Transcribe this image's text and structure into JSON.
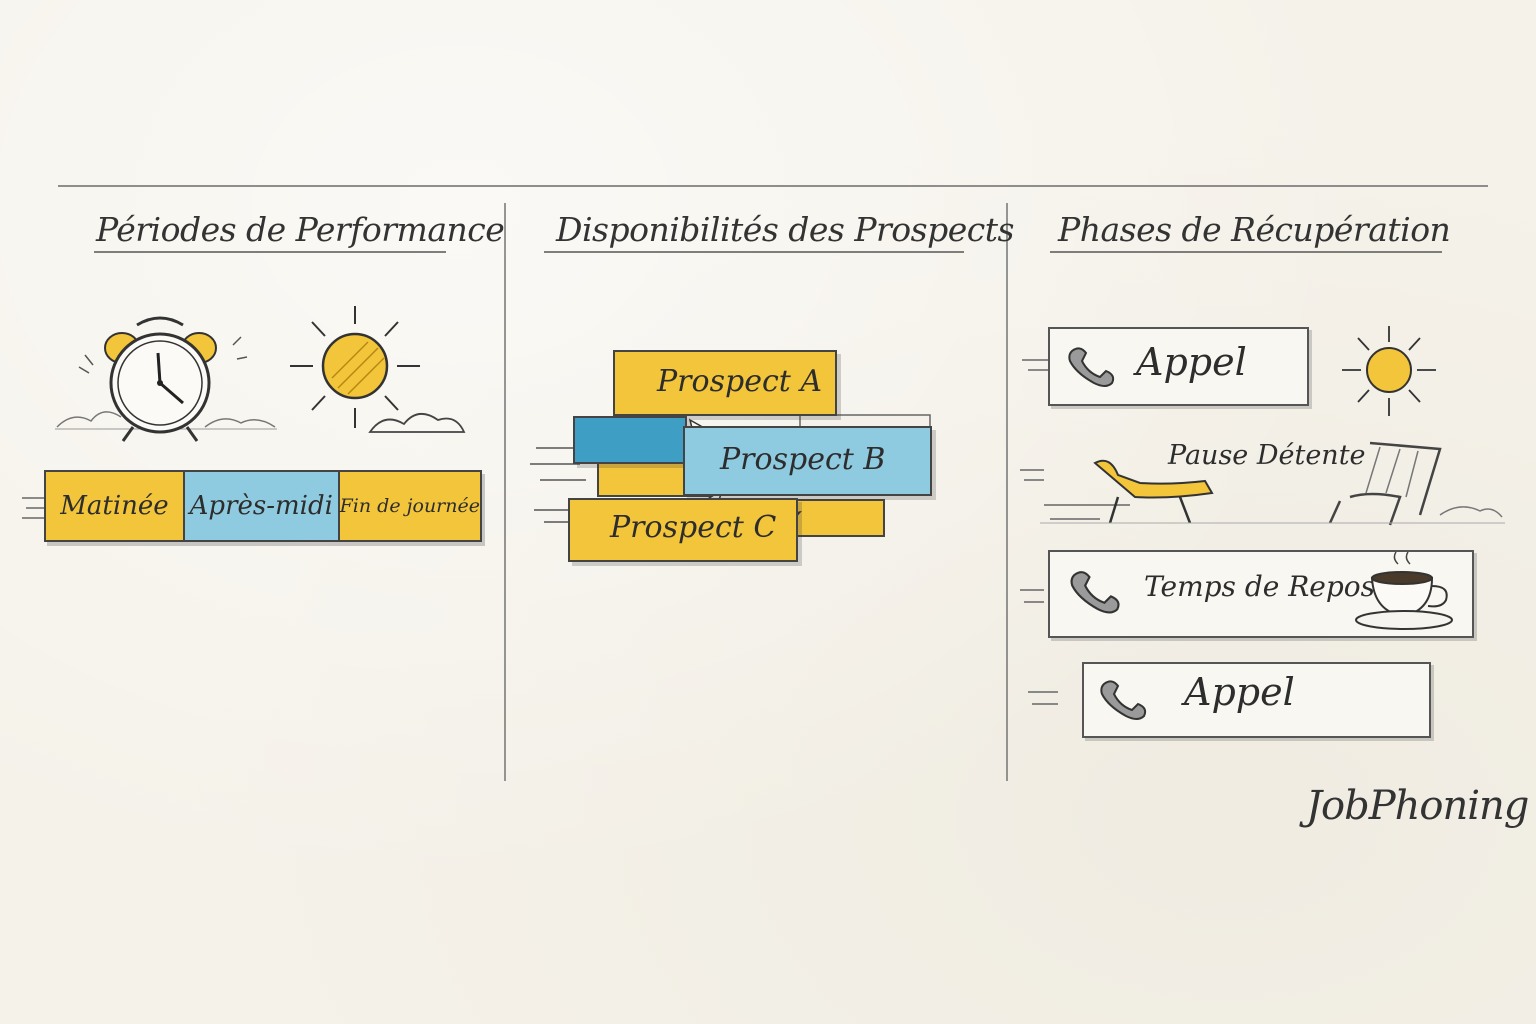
{
  "columns": [
    {
      "title": "Périodes de Performance"
    },
    {
      "title": "Disponibilités des Prospects"
    },
    {
      "title": "Phases de Récupération"
    }
  ],
  "performance": {
    "segments": [
      {
        "label": "Matinée",
        "color": "#f3c53a"
      },
      {
        "label": "Après-midi",
        "color": "#8fcbe0"
      },
      {
        "label": "Fin de journée",
        "color": "#f3c53a"
      }
    ]
  },
  "prospects": [
    {
      "label": "Prospect A",
      "color": "#f3c53a"
    },
    {
      "label": "Prospect B",
      "color": "#8fcbe0"
    },
    {
      "label": "Prospect C",
      "color": "#f3c53a"
    }
  ],
  "recovery": {
    "call_1": "Appel",
    "pause": "Pause Détente",
    "rest": "Temps de Repos",
    "call_2": "Appel"
  },
  "brand": "JobPhoning",
  "colors": {
    "yellow": "#f3c53a",
    "blue": "#8fcbe0",
    "ink": "#333333"
  }
}
